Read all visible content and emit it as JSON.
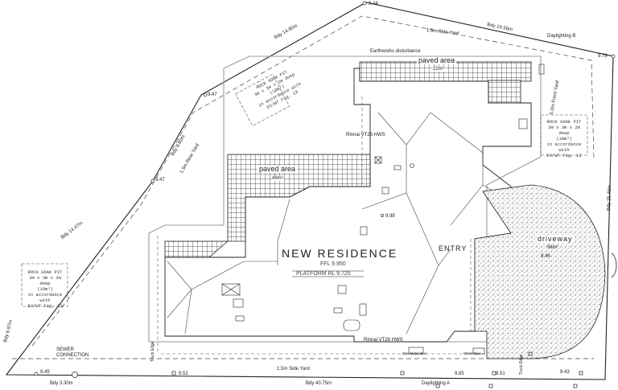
{
  "boundary": {
    "top_left_label": "Bdy 14.90m",
    "top_right_label": "Bdy 19.56m",
    "right_label": "Bdy 25.46m",
    "bottom_label": "Bdy 40.75m",
    "bottom_left_label": "Bdy 3.30m",
    "left_label": "Bdy 6.97m",
    "mid_left_upper_label": "Bdy 8.60m",
    "mid_left_lower_label": "Bdy 14.47m",
    "spot_levels": {
      "top": "9.44",
      "top_right": "9.78",
      "upper_left": "9.47",
      "mid_left": "9.47",
      "bottom_left": "9.45",
      "bottom_mid": "9.52",
      "bottom_center": "9.85",
      "bottom_right_a": "9.51",
      "bottom_right": "9.43",
      "driveway": "9.46",
      "floor": "9.98"
    }
  },
  "yards": {
    "side_yard_top": "1.5m Side Yard",
    "front_yard": "5.0m Front Yard",
    "rear_yard": "1.5m Rear Yard",
    "side_yard_bottom": "1.5m Side Yard"
  },
  "daylighting": {
    "top": "Daylighting B",
    "bottom": "Daylighting A"
  },
  "earthworks": "Earthworks disturbance",
  "paved_areas": [
    {
      "label": "paved area",
      "area": "22m²"
    },
    {
      "label": "paved area",
      "area": "48m²"
    }
  ],
  "building": {
    "title": "NEW RESIDENCE",
    "ffl": "FFL 9.950",
    "platform": "PLATFORM RL 9.725",
    "entry": "ENTRY",
    "rainwater_tank_top": "Rinnai VT26 HWS",
    "rainwater_tank_bottom": "Rinnai VT26 HWS",
    "meter_box": "Gas Meter Box",
    "water_meter": "Water Box"
  },
  "driveway": {
    "label": "driveway",
    "area": "98m²"
  },
  "soak_pits": [
    {
      "lines": [
        "ROCK SOAK PIT",
        "3m x 3m x 2m deep",
        "(18m³)",
        "in accordance with",
        "EV/WT Fig. 13"
      ]
    },
    {
      "lines": [
        "ROCK SOAK PIT",
        "3m x 3m x 2m deep",
        "(18m³)",
        "in accordance with",
        "EV/WT Fig. 13"
      ]
    },
    {
      "lines": [
        "ROCK SOAK PIT",
        "3m x 3m x 2m deep",
        "(18m³)",
        "in accordance with",
        "EV/WT Fig. 13"
      ]
    }
  ],
  "sewer": {
    "line1": "SEWER",
    "line2": "CONNECTION"
  },
  "truck_edge": [
    "Truck Edge",
    "Truck Edge"
  ]
}
